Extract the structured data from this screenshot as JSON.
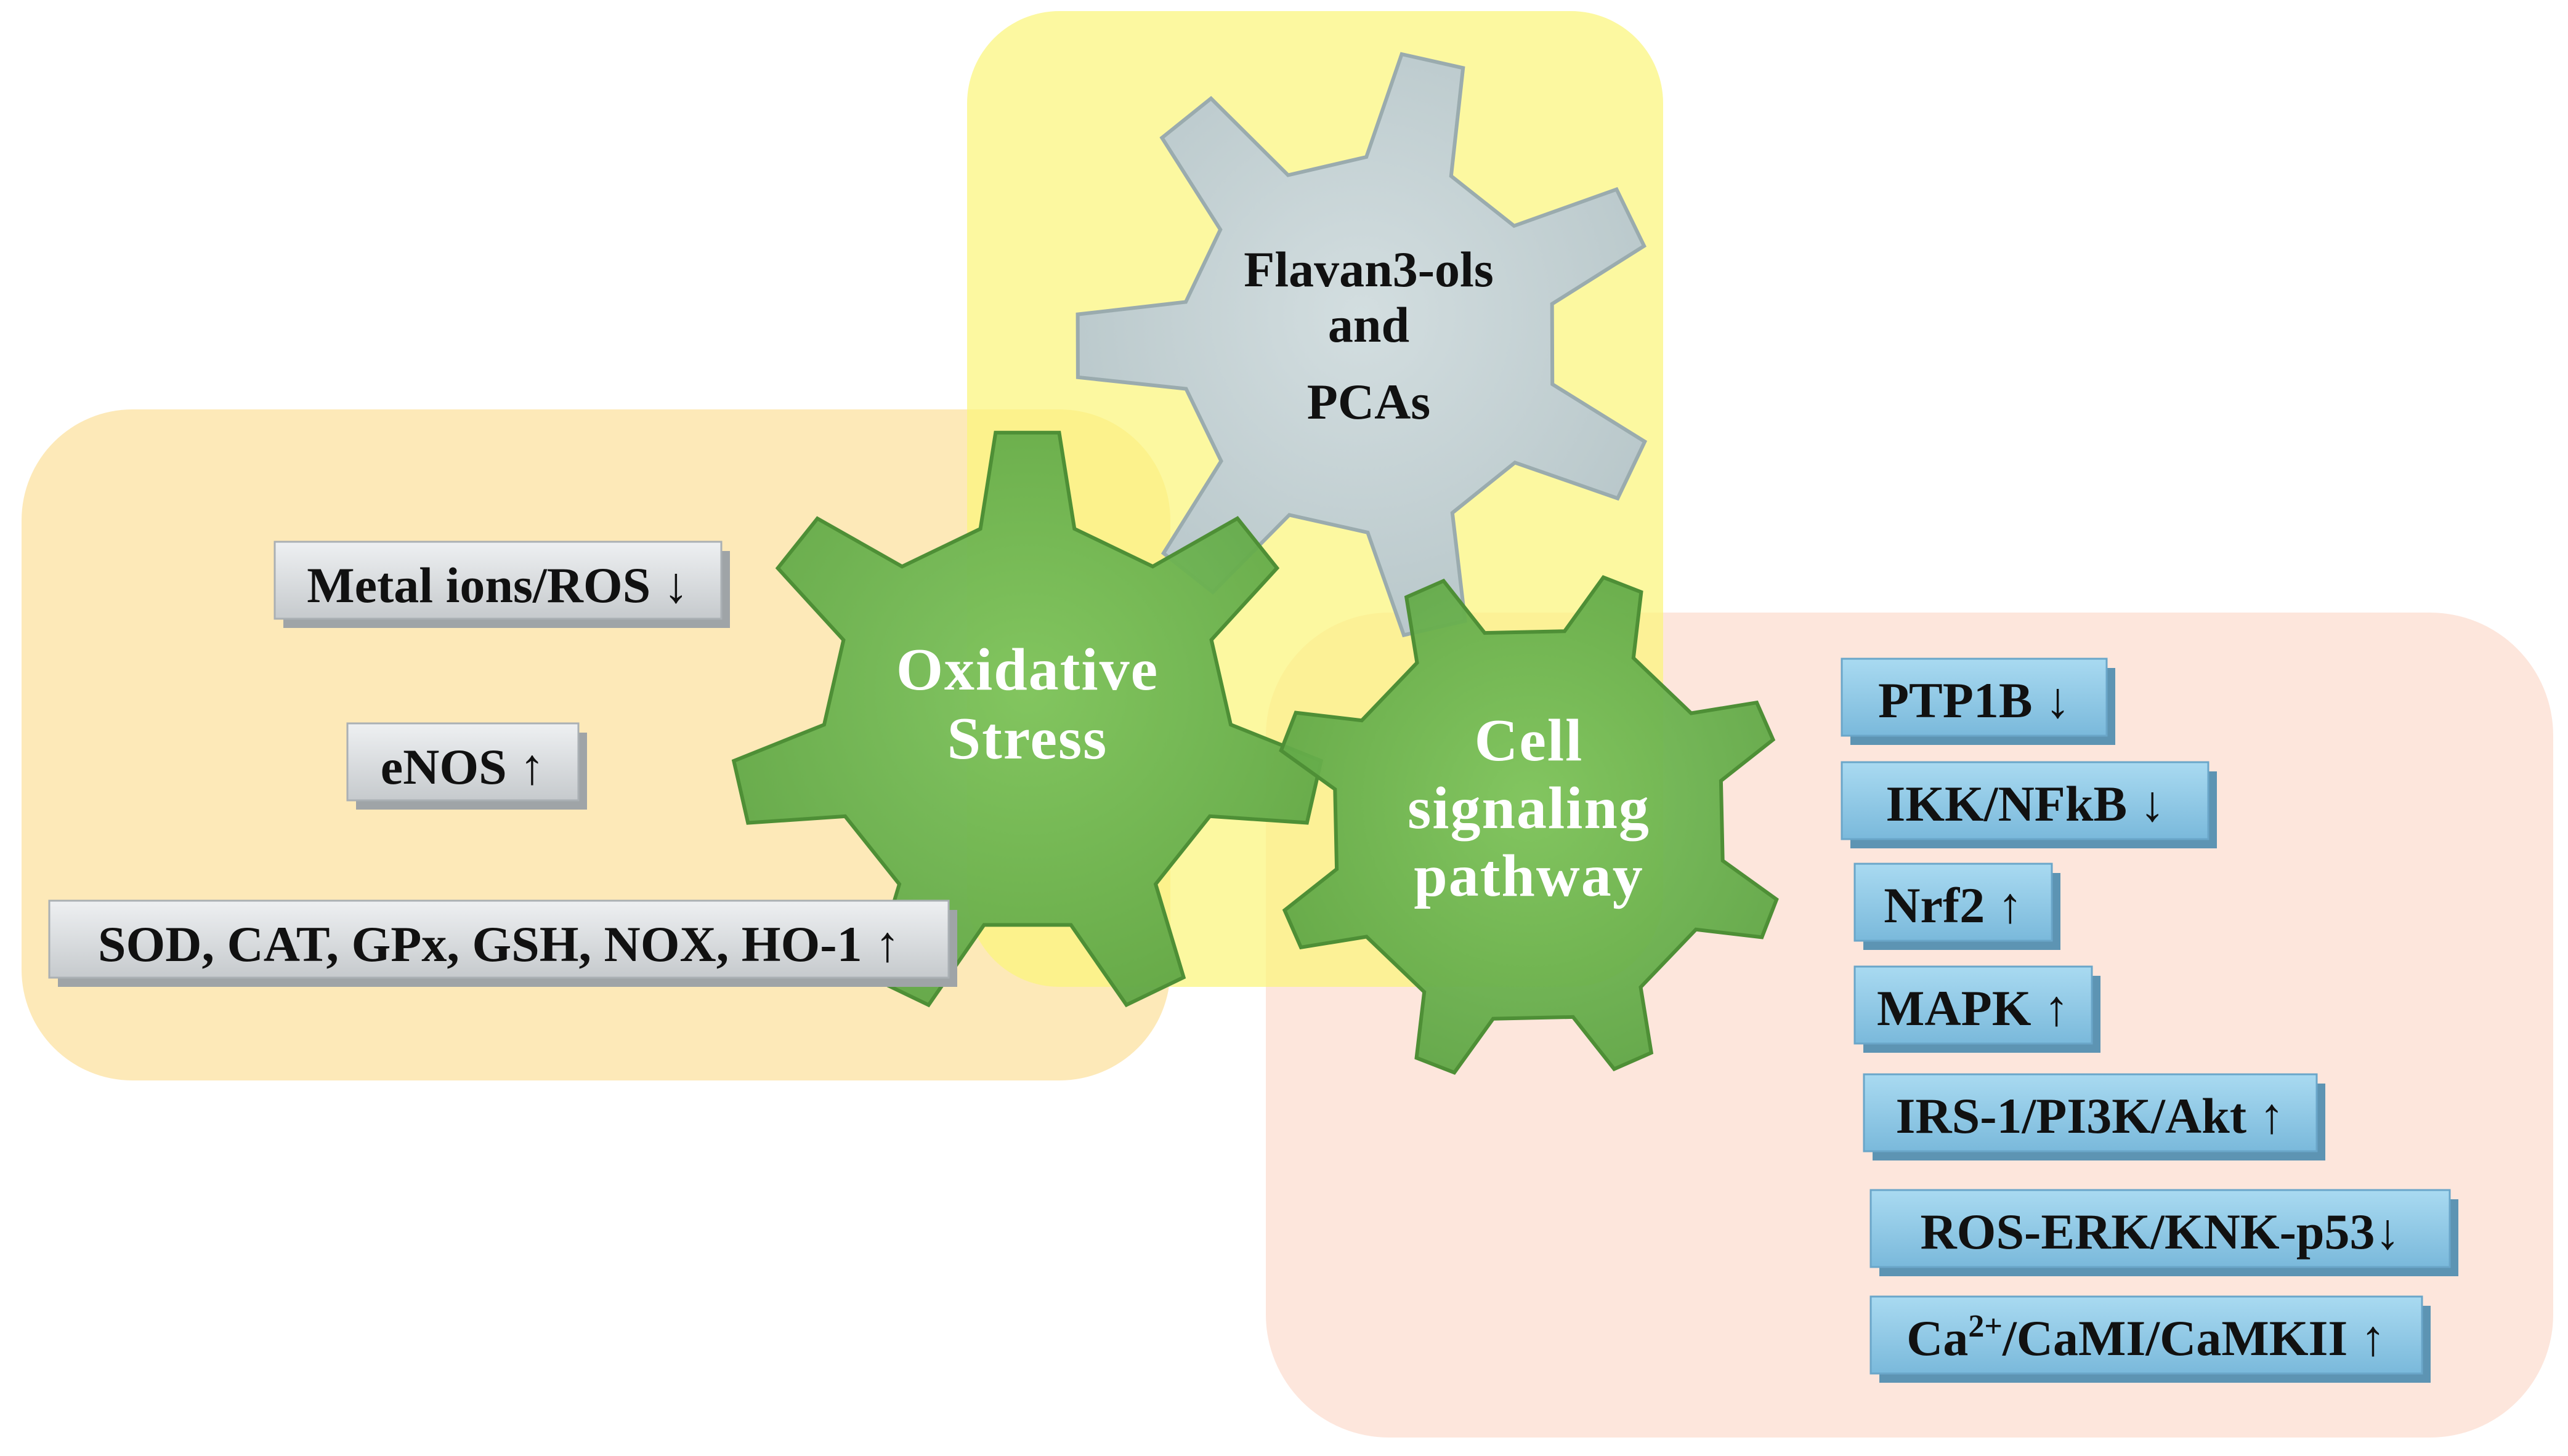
{
  "colors": {
    "panel_left": "#fde5ab",
    "panel_center": "#fbf57c",
    "panel_right": "#fde0d3",
    "gear_green": "#6ab54d",
    "gear_green_dark": "#4e8f36",
    "gear_gray": "#c9d6d8",
    "gear_gray_dark": "#9aabae",
    "box_gray": "#d6dadd",
    "box_blue": "#8fcbe8",
    "text_white": "#ffffff",
    "text_black": "#111111"
  },
  "gears": {
    "oxidative": {
      "line1": "Oxidative",
      "line2": "Stress"
    },
    "flavan": {
      "line1": "Flavan3-ols",
      "line2": "and",
      "line3": "PCAs"
    },
    "cell": {
      "line1": "Cell",
      "line2": "signaling",
      "line3": "pathway"
    }
  },
  "left_boxes": [
    {
      "label": "Metal ions/ROS ↓"
    },
    {
      "label": "eNOS ↑"
    },
    {
      "label": "SOD, CAT, GPx, GSH, NOX, HO-1 ↑"
    }
  ],
  "right_boxes": [
    {
      "label": "PTP1B ↓"
    },
    {
      "label": "IKK/NFkB ↓"
    },
    {
      "label": "Nrf2 ↑"
    },
    {
      "label": "MAPK ↑"
    },
    {
      "label": "IRS-1/PI3K/Akt ↑"
    },
    {
      "label": "ROS-ERK/KNK-p53↓"
    },
    {
      "label_base": "Ca",
      "label_sup": "2+",
      "label_rest": "/CaMI/CaMKII ↑"
    }
  ]
}
